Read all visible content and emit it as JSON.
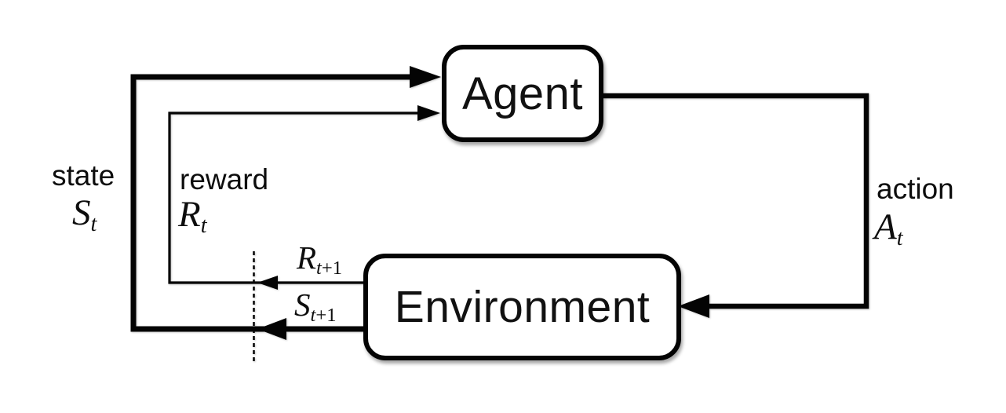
{
  "diagram": {
    "agent_label": "Agent",
    "environment_label": "Environment",
    "state": {
      "word": "state",
      "base": "S",
      "sub": "t"
    },
    "reward": {
      "word": "reward",
      "base": "R",
      "sub": "t"
    },
    "action": {
      "word": "action",
      "base": "A",
      "sub": "t"
    },
    "next_reward": {
      "base": "R",
      "sub_var": "t",
      "sub_offset": "+1"
    },
    "next_state": {
      "base": "S",
      "sub_var": "t",
      "sub_offset": "+1"
    },
    "colors": {
      "line": "#040404",
      "background": "#ffffff",
      "box_fill": "#ffffff"
    }
  }
}
